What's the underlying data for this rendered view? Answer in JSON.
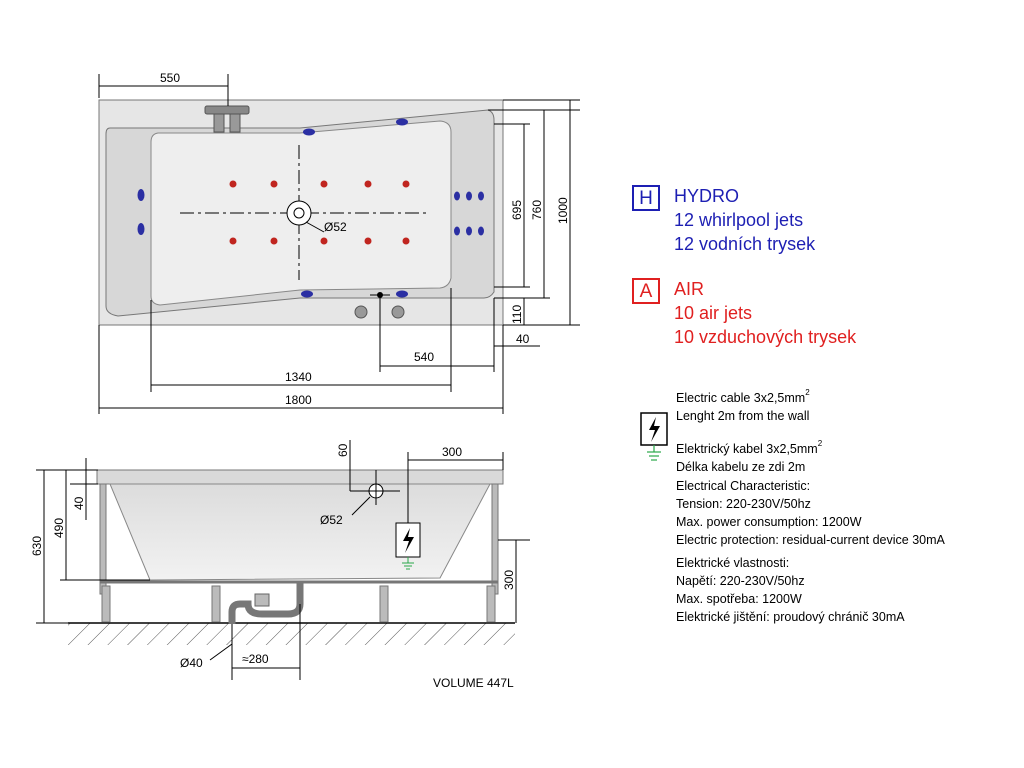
{
  "top_view": {
    "dims": {
      "d550": "550",
      "d1340": "1340",
      "d1800": "1800",
      "d540": "540",
      "d40": "40",
      "d110": "110",
      "d695": "695",
      "d760": "760",
      "d1000": "1000",
      "d52": "Ø52"
    }
  },
  "side_view": {
    "dims": {
      "d60": "60",
      "d300_top": "300",
      "d40": "40",
      "d490": "490",
      "d630": "630",
      "d52": "Ø52",
      "d300_side": "300",
      "d40_drain": "Ø40",
      "d280": "≈280"
    }
  },
  "legend": {
    "hydro": {
      "letter": "H",
      "title": "HYDRO",
      "line1": "12 whirlpool jets",
      "line2": "12 vodních trysek",
      "color": "#1d1fb3"
    },
    "air": {
      "letter": "A",
      "title": "AIR",
      "line1": "10 air jets",
      "line2": "10 vzduchových trysek",
      "color": "#e02020"
    }
  },
  "electrical": {
    "cable_en": "Electric cable 3x2,5mm",
    "cable_en_sup": "2",
    "length_en": "Lenght 2m from the wall",
    "cable_cz": "Elektrický kabel 3x2,5mm",
    "cable_cz_sup": "2",
    "length_cz": "Délka kabelu ze zdi 2m",
    "char_title": "Electrical Characteristic:",
    "tension": "Tension: 220-230V/50hz",
    "power": "Max. power consumption: 1200W",
    "protection": "Electric protection: residual-current device 30mA",
    "cz_title": "Elektrické vlastnosti:",
    "cz_tension": "Napětí: 220-230V/50hz",
    "cz_power": "Max. spotřeba: 1200W",
    "cz_protection": "Elektrické jištění: proudový chránič 30mA"
  },
  "volume": "VOLUME 447L"
}
